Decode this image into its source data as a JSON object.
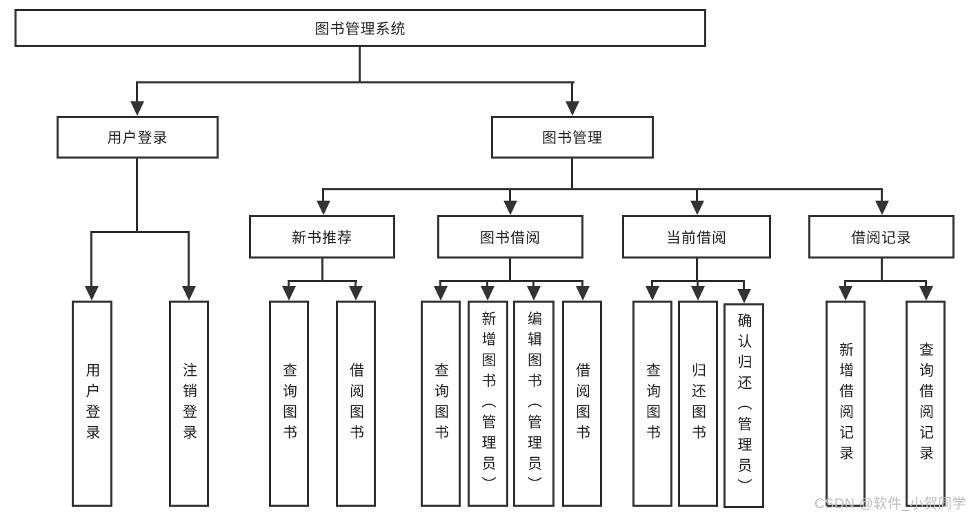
{
  "diagram": {
    "root": "图书管理系统",
    "branches": [
      {
        "label": "用户登录",
        "leaves": [
          "用户登录",
          "注销登录"
        ]
      },
      {
        "label": "图书管理",
        "groups": [
          {
            "label": "新书推荐",
            "leaves": [
              "查询图书",
              "借阅图书"
            ]
          },
          {
            "label": "图书借阅",
            "leaves": [
              "查询图书",
              "新增图书（管理员）",
              "编辑图书（管理员）",
              "借阅图书"
            ]
          },
          {
            "label": "当前借阅",
            "leaves": [
              "查询图书",
              "归还图书",
              "确认归还（管理员）"
            ]
          },
          {
            "label": "借阅记录",
            "leaves": [
              "新增借阅记录",
              "查询借阅记录"
            ]
          }
        ]
      }
    ]
  },
  "watermark": {
    "text": "CSDN @软件_小贺同学"
  },
  "colors": {
    "line": "#333333",
    "text": "#1f1f1f",
    "watermark": "#bdbdbd",
    "background": "#ffffff"
  }
}
